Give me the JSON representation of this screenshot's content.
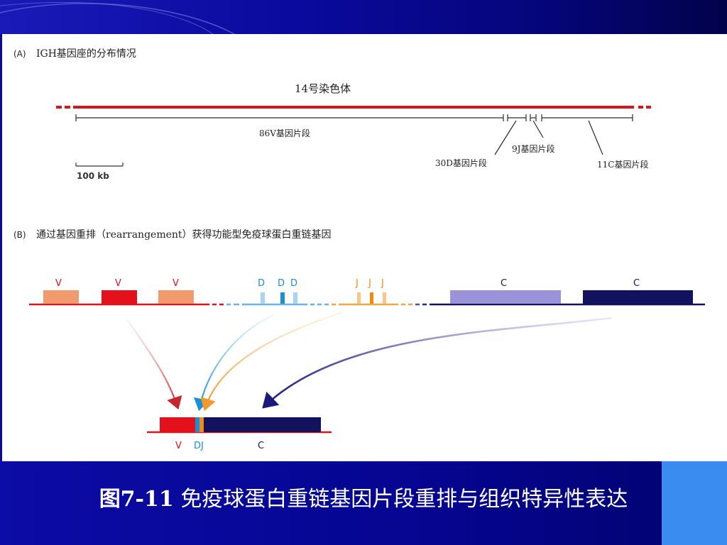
{
  "panel_a": {
    "heading_prefix": "(A)",
    "heading_text": "IGH基因座的分布情况",
    "chromosome_label": "14号染色体",
    "v_segment_label": "86V基因片段",
    "j_segment_label": "9J基因片段",
    "d_segment_label": "30D基因片段",
    "c_segment_label": "11C基因片段",
    "scale_label": "100 kb",
    "colors": {
      "chromosome": "#d8141c",
      "segment_line": "#2b2b2b"
    }
  },
  "panel_b": {
    "heading_prefix": "(B)",
    "heading_text": "通过基因重排（rearrangement）获得功能型免疫球蛋白重链基因",
    "germline_labels": {
      "v1": "V",
      "v2": "V",
      "v3": "V",
      "d1": "D",
      "d2": "D",
      "d3": "D",
      "j1": "J",
      "j2": "J",
      "j3": "J",
      "c1": "C",
      "c2": "C"
    },
    "rearranged_labels": {
      "v": "V",
      "dj": "DJ",
      "c": "C"
    },
    "colors": {
      "v_light": "#f19a6e",
      "v_dark": "#e2111b",
      "d_light": "#a9d4f0",
      "d_dark": "#1b8fd6",
      "j_light": "#f5c88a",
      "j_dark": "#ef8a16",
      "c_light": "#9a93d9",
      "c_dark": "#12125e"
    }
  },
  "caption": {
    "figure_number": "图7-11",
    "title": "免疫球蛋白重链基因片段重排与组织特异性表达"
  }
}
